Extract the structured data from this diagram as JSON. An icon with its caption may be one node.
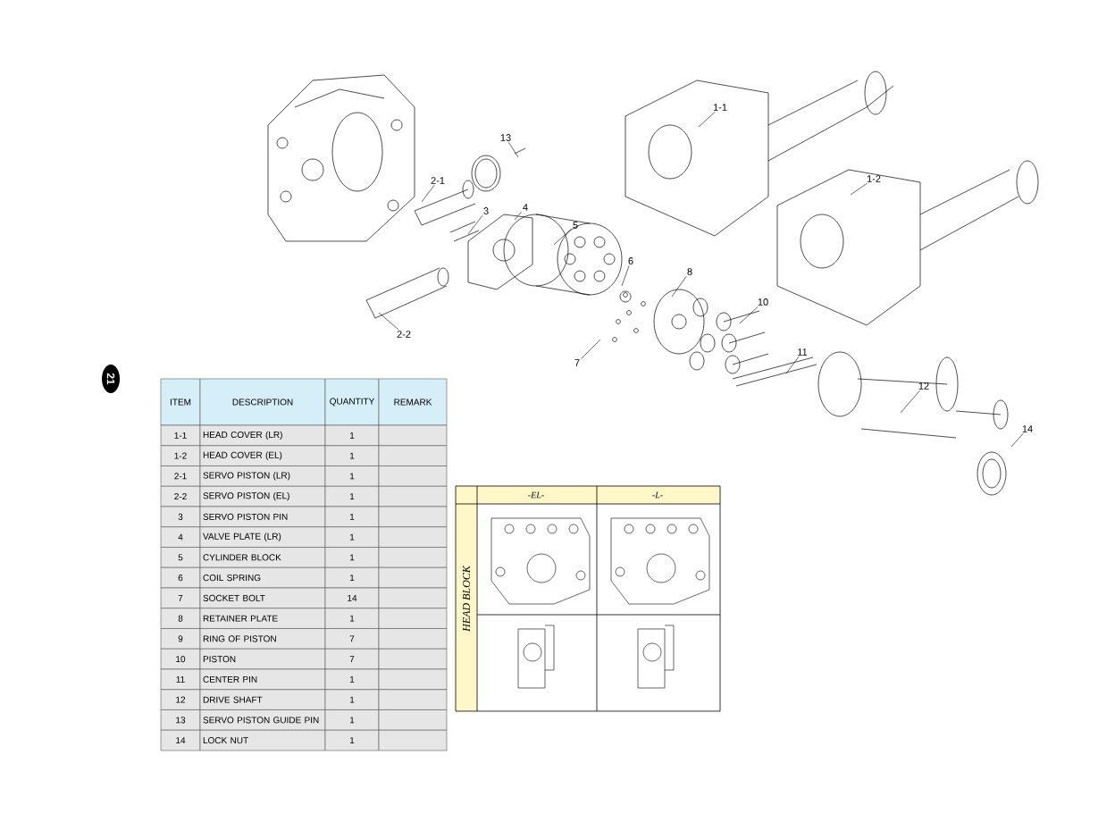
{
  "diagram": {
    "nodes": [
      {
        "text": [
          "13"
        ]
      },
      {
        "text": [
          "2-1"
        ]
      },
      {
        "text": [
          "3"
        ]
      },
      {
        "text": [
          "4"
        ]
      },
      {
        "text": [
          "5"
        ]
      },
      {
        "text": [
          "6"
        ]
      },
      {
        "text": [
          "8"
        ]
      },
      {
        "text": [
          "2-2"
        ]
      },
      {
        "text": [
          "7"
        ]
      },
      {
        "text": [
          "10"
        ]
      },
      {
        "text": [
          "11"
        ]
      },
      {
        "text": [
          "12"
        ]
      },
      {
        "text": [
          "14"
        ]
      },
      {
        "text": [
          "1-1"
        ]
      },
      {
        "text": [
          "1-2"
        ]
      }
    ],
    "edges": [
      {
        "from": 0,
        "to": null,
        "arrow": "none"
      },
      {
        "from": 1,
        "to": null,
        "arrow": "none"
      },
      {
        "from": 2,
        "to": null,
        "arrow": "none"
      },
      {
        "from": 3,
        "to": null,
        "arrow": "none"
      },
      {
        "from": 4,
        "to": null,
        "arrow": "none"
      },
      {
        "from": 5,
        "to": null,
        "arrow": "none"
      },
      {
        "from": 6,
        "to": null,
        "arrow": "none"
      },
      {
        "from": 7,
        "to": null,
        "arrow": "none"
      },
      {
        "from": 8,
        "to": null,
        "arrow": "none"
      },
      {
        "from": 9,
        "to": null,
        "arrow": "none"
      },
      {
        "from": 10,
        "to": null,
        "arrow": "none"
      },
      {
        "from": 11,
        "to": null,
        "arrow": "none"
      },
      {
        "from": 12,
        "to": null,
        "arrow": "none"
      },
      {
        "from": 13,
        "to": null,
        "arrow": "none"
      },
      {
        "from": 14,
        "to": null,
        "arrow": "none"
      }
    ],
    "labels": [
      "ITEM",
      "DESCRIPTION",
      "QUANTITY",
      "REMARK",
      "1-1",
      "HEAD COVER (LR)",
      "1",
      "1-2",
      "HEAD COVER (EL)",
      "1",
      "2-1",
      "SERVO PISTON (LR)",
      "1",
      "2-2",
      "SERVO PISTON (EL)",
      "1",
      "3",
      "SERVO PISTON PIN",
      "1",
      "4",
      "VALVE PLATE (LR)",
      "1",
      "5",
      "CYLINDER BLOCK",
      "1",
      "6",
      "COIL SPRING",
      "1",
      "7",
      "SOCKET BOLT",
      "14",
      "8",
      "RETAINER PLATE",
      "1",
      "9",
      "RING OF PISTON",
      "7",
      "10",
      "PISTON",
      "7",
      "11",
      "CENTER PIN",
      "1",
      "12",
      "DRIVE SHAFT",
      "1",
      "13",
      "SERVO PISTON GUIDE PIN",
      "1",
      "14",
      "LOCK NUT",
      "1",
      "21",
      "-EL-",
      "-L-",
      "HEAD BLOCK"
    ]
  }
}
